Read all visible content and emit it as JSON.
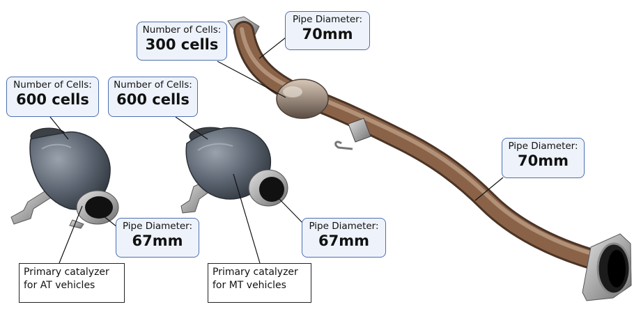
{
  "callouts": {
    "cells_mid_pipe": {
      "label": "Number of Cells:",
      "value": "300 cells"
    },
    "cells_at": {
      "label": "Number of Cells:",
      "value": "600 cells"
    },
    "cells_mt": {
      "label": "Number of Cells:",
      "value": "600 cells"
    },
    "pipe_top": {
      "label": "Pipe Diameter:",
      "value": "70mm"
    },
    "pipe_right": {
      "label": "Pipe Diameter:",
      "value": "70mm"
    },
    "pipe_at": {
      "label": "Pipe Diameter:",
      "value": "67mm"
    },
    "pipe_mt": {
      "label": "Pipe Diameter:",
      "value": "67mm"
    }
  },
  "notes": {
    "at": {
      "line1": "Primary catalyzer",
      "line2": "for AT vehicles"
    },
    "mt": {
      "line1": "Primary catalyzer",
      "line2": "for MT vehicles"
    }
  },
  "colors": {
    "callout_fill": "#eef3fb",
    "callout_border": "#4d6fae",
    "pipe_bronze": "#8a6248",
    "catalyzer_steel": "#5b6470",
    "flange_silver": "#b9b9b9"
  }
}
